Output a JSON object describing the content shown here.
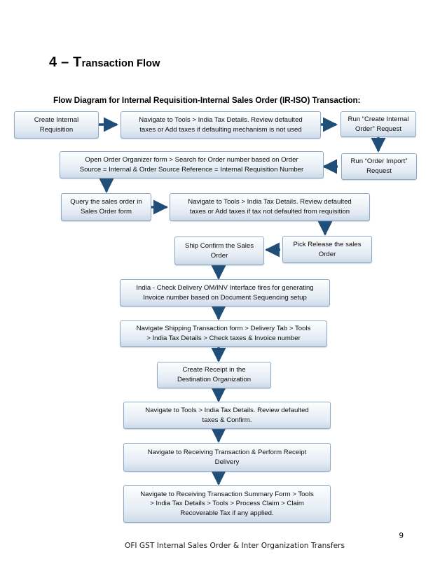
{
  "document": {
    "heading_number": "4 – T",
    "heading_rest": "ransaction Flow",
    "subtitle": "Flow Diagram for Internal Requisition-Internal Sales Order (IR-ISO) Transaction:",
    "page_number": "9",
    "footer": "OFI GST Internal Sales Order & Inter Organization Transfers"
  },
  "theme": {
    "box_border": "#8fa9c4",
    "box_fill_top": "#fdfefe",
    "box_fill_bottom": "#ccd9e8",
    "arrow_color": "#1f4e79",
    "text_color": "#0d0d0d"
  },
  "chart_data": {
    "type": "diagram",
    "title": "Flow Diagram for Internal Requisition-Internal Sales Order (IR-ISO) Transaction:",
    "nodes": [
      {
        "id": "n1",
        "label": "Create Internal\nRequisition"
      },
      {
        "id": "n2",
        "label": "Navigate to Tools > India Tax Details. Review defaulted\ntaxes or Add taxes if defaulting mechanism is not used"
      },
      {
        "id": "n3",
        "label": "Run “Create Internal\nOrder” Request"
      },
      {
        "id": "n4",
        "label": "Run “Order Import”\nRequest"
      },
      {
        "id": "n5",
        "label": "Open Order Organizer form > Search for Order number based on Order\nSource = Internal & Order Source Reference = Internal Requisition Number"
      },
      {
        "id": "n6",
        "label": "Query the sales order in\nSales Order form"
      },
      {
        "id": "n7",
        "label": "Navigate to Tools > India Tax Details. Review defaulted\ntaxes or Add taxes if tax not defaulted from requisition"
      },
      {
        "id": "n8",
        "label": "Pick Release the sales\nOrder"
      },
      {
        "id": "n9",
        "label": "Ship Confirm the Sales\nOrder"
      },
      {
        "id": "n10",
        "label": "India - Check Delivery OM/INV Interface fires for generating\nInvoice number based on Document Sequencing setup"
      },
      {
        "id": "n11",
        "label": "Navigate Shipping Transaction form > Delivery Tab > Tools\n> India Tax Details > Check taxes & Invoice number"
      },
      {
        "id": "n12",
        "label": "Create Receipt in the\nDestination Organization"
      },
      {
        "id": "n13",
        "label": "Navigate to Tools > India Tax Details. Review defaulted\ntaxes & Confirm."
      },
      {
        "id": "n14",
        "label": "Navigate to Receiving Transaction & Perform Receipt\nDelivery"
      },
      {
        "id": "n15",
        "label": "Navigate to Receiving Transaction Summary Form > Tools\n> India Tax Details > Tools > Process Claim > Claim\nRecoverable Tax if any applied."
      }
    ],
    "edges": [
      {
        "from": "n1",
        "to": "n2",
        "direction": "right"
      },
      {
        "from": "n2",
        "to": "n3",
        "direction": "right"
      },
      {
        "from": "n3",
        "to": "n4",
        "direction": "down"
      },
      {
        "from": "n4",
        "to": "n5",
        "direction": "left"
      },
      {
        "from": "n5",
        "to": "n6",
        "direction": "down"
      },
      {
        "from": "n6",
        "to": "n7",
        "direction": "right"
      },
      {
        "from": "n7",
        "to": "n8",
        "direction": "down"
      },
      {
        "from": "n8",
        "to": "n9",
        "direction": "left"
      },
      {
        "from": "n9",
        "to": "n10",
        "direction": "down"
      },
      {
        "from": "n10",
        "to": "n11",
        "direction": "down"
      },
      {
        "from": "n11",
        "to": "n12",
        "direction": "down"
      },
      {
        "from": "n12",
        "to": "n13",
        "direction": "down"
      },
      {
        "from": "n13",
        "to": "n14",
        "direction": "down"
      },
      {
        "from": "n14",
        "to": "n15",
        "direction": "down"
      }
    ]
  }
}
